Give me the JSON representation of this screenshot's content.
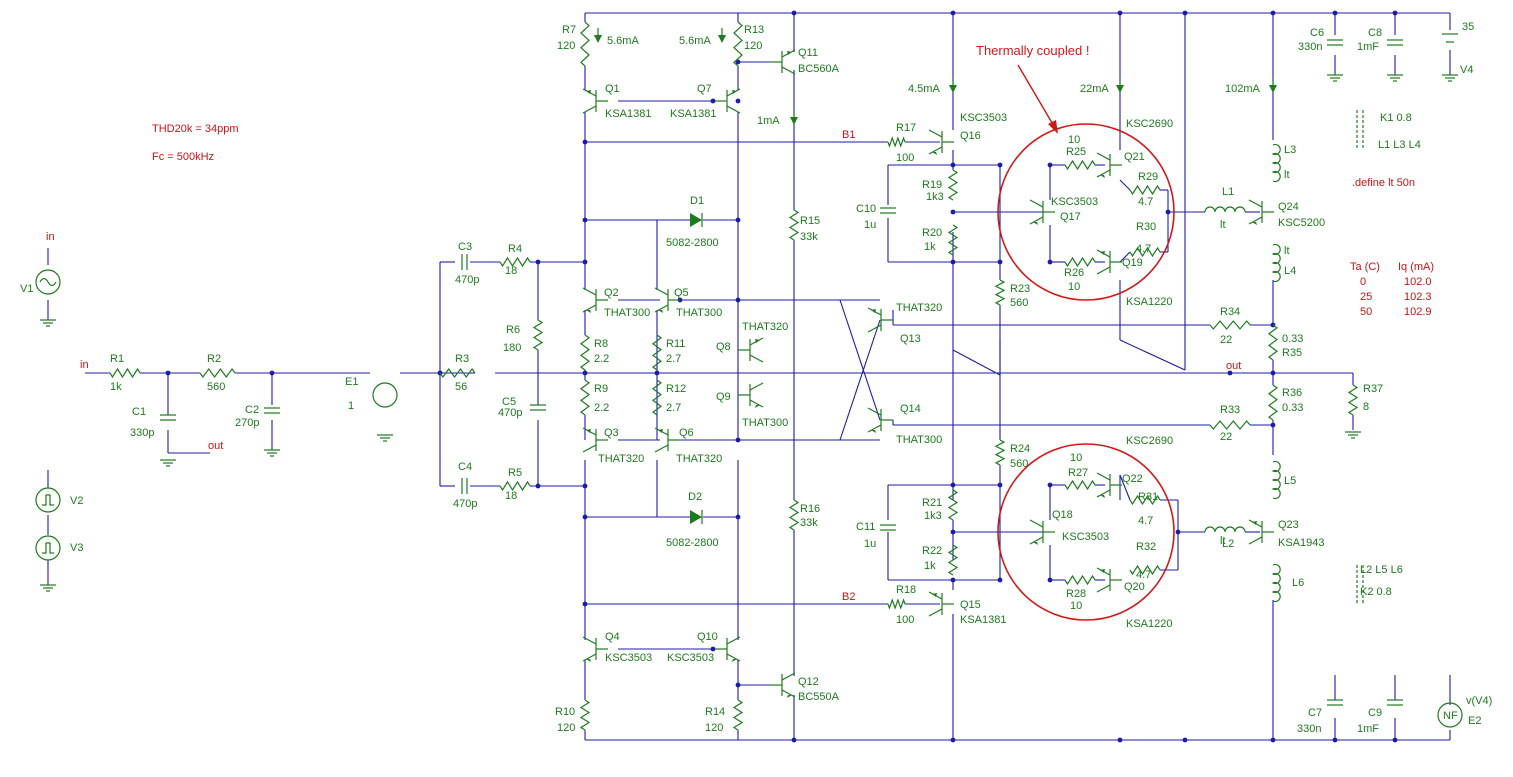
{
  "notes": {
    "thd": "THD20k = 34ppm",
    "fc": "Fc = 500kHz",
    "coupled": "Thermally coupled !",
    "define": ".define lt 50n",
    "k1": "K1  0.8",
    "k1_list": "L1 L3 L4",
    "k2_list": "L2 L5 L6",
    "k2": "K2   0.8"
  },
  "temp_table": {
    "header_ta": "Ta (C)",
    "header_iq": "Iq (mA)",
    "rows": [
      {
        "ta": "0",
        "iq": "102.0"
      },
      {
        "ta": "25",
        "iq": "102.3"
      },
      {
        "ta": "50",
        "iq": "102.9"
      }
    ]
  },
  "nets": {
    "in": "in",
    "out": "out",
    "b1": "B1",
    "b2": "B2"
  },
  "currents": [
    "5.6mA",
    "5.6mA",
    "1mA",
    "4.5mA",
    "22mA",
    "102mA"
  ],
  "transistors": [
    {
      "ref": "Q1",
      "type": "KSA1381"
    },
    {
      "ref": "Q7",
      "type": "KSA1381"
    },
    {
      "ref": "Q11",
      "type": "BC560A"
    },
    {
      "ref": "Q2",
      "type": "THAT300"
    },
    {
      "ref": "Q5",
      "type": "THAT300"
    },
    {
      "ref": "Q3",
      "type": "THAT320"
    },
    {
      "ref": "Q6",
      "type": "THAT320"
    },
    {
      "ref": "Q8",
      "type": "THAT320"
    },
    {
      "ref": "Q9",
      "type": "THAT300"
    },
    {
      "ref": "Q13",
      "type": "THAT320"
    },
    {
      "ref": "Q14",
      "type": "THAT300"
    },
    {
      "ref": "Q4",
      "type": "KSC3503"
    },
    {
      "ref": "Q10",
      "type": "KSC3503"
    },
    {
      "ref": "Q12",
      "type": "BC550A"
    },
    {
      "ref": "Q16",
      "type": "KSC3503"
    },
    {
      "ref": "Q17",
      "type": "KSC3503"
    },
    {
      "ref": "Q21",
      "type": "KSC2690"
    },
    {
      "ref": "Q19",
      "type": "KSA1220"
    },
    {
      "ref": "Q24",
      "type": "KSC5200"
    },
    {
      "ref": "Q15",
      "type": "KSA1381"
    },
    {
      "ref": "Q18",
      "type": "KSC3503"
    },
    {
      "ref": "Q22",
      "type": "KSC2690"
    },
    {
      "ref": "Q20",
      "type": "KSA1220"
    },
    {
      "ref": "Q23",
      "type": "KSA1943"
    }
  ],
  "resistors": [
    {
      "ref": "R1",
      "val": "1k"
    },
    {
      "ref": "R2",
      "val": "560"
    },
    {
      "ref": "R3",
      "val": "56"
    },
    {
      "ref": "R4",
      "val": "18"
    },
    {
      "ref": "R5",
      "val": "18"
    },
    {
      "ref": "R6",
      "val": "180"
    },
    {
      "ref": "R7",
      "val": "120"
    },
    {
      "ref": "R8",
      "val": "2.2"
    },
    {
      "ref": "R9",
      "val": "2.2"
    },
    {
      "ref": "R10",
      "val": "120"
    },
    {
      "ref": "R11",
      "val": "2.7"
    },
    {
      "ref": "R12",
      "val": "2.7"
    },
    {
      "ref": "R13",
      "val": "120"
    },
    {
      "ref": "R14",
      "val": "120"
    },
    {
      "ref": "R15",
      "val": "33k"
    },
    {
      "ref": "R16",
      "val": "33k"
    },
    {
      "ref": "R17",
      "val": "100"
    },
    {
      "ref": "R18",
      "val": "100"
    },
    {
      "ref": "R19",
      "val": "1k3"
    },
    {
      "ref": "R20",
      "val": "1k"
    },
    {
      "ref": "R21",
      "val": "1k3"
    },
    {
      "ref": "R22",
      "val": "1k"
    },
    {
      "ref": "R23",
      "val": "560"
    },
    {
      "ref": "R24",
      "val": "560"
    },
    {
      "ref": "R25",
      "val": "10"
    },
    {
      "ref": "R26",
      "val": "10"
    },
    {
      "ref": "R27",
      "val": "10"
    },
    {
      "ref": "R28",
      "val": "10"
    },
    {
      "ref": "R29",
      "val": "4.7"
    },
    {
      "ref": "R30",
      "val": "4.7"
    },
    {
      "ref": "R31",
      "val": "4.7"
    },
    {
      "ref": "R32",
      "val": "4.7"
    },
    {
      "ref": "R33",
      "val": "22"
    },
    {
      "ref": "R34",
      "val": "22"
    },
    {
      "ref": "R35",
      "val": "0.33"
    },
    {
      "ref": "R36",
      "val": "0.33"
    },
    {
      "ref": "R37",
      "val": "8"
    }
  ],
  "capacitors": [
    {
      "ref": "C1",
      "val": "330p"
    },
    {
      "ref": "C2",
      "val": "270p"
    },
    {
      "ref": "C3",
      "val": "470p"
    },
    {
      "ref": "C4",
      "val": "470p"
    },
    {
      "ref": "C5",
      "val": "470p"
    },
    {
      "ref": "C6",
      "val": "330n"
    },
    {
      "ref": "C7",
      "val": "330n"
    },
    {
      "ref": "C8",
      "val": "1mF"
    },
    {
      "ref": "C9",
      "val": "1mF"
    },
    {
      "ref": "C10",
      "val": "1u"
    },
    {
      "ref": "C11",
      "val": "1u"
    }
  ],
  "diodes": [
    {
      "ref": "D1",
      "type": "5082-2800"
    },
    {
      "ref": "D2",
      "type": "5082-2800"
    }
  ],
  "inductors": [
    {
      "ref": "L1",
      "val": "lt"
    },
    {
      "ref": "L2",
      "val": "lt"
    },
    {
      "ref": "L3",
      "val": "lt"
    },
    {
      "ref": "L4",
      "val": "L4"
    },
    {
      "ref": "L5",
      "val": "L5"
    },
    {
      "ref": "L6",
      "val": "L6"
    },
    {
      "ref": "lt3",
      "val": "lt"
    }
  ],
  "sources": [
    {
      "ref": "V1"
    },
    {
      "ref": "V2"
    },
    {
      "ref": "V3"
    },
    {
      "ref": "V4",
      "val": "35"
    },
    {
      "ref": "E1",
      "val": "1"
    },
    {
      "ref": "E2",
      "val": "v(V4)",
      "glyph": "NF"
    }
  ]
}
